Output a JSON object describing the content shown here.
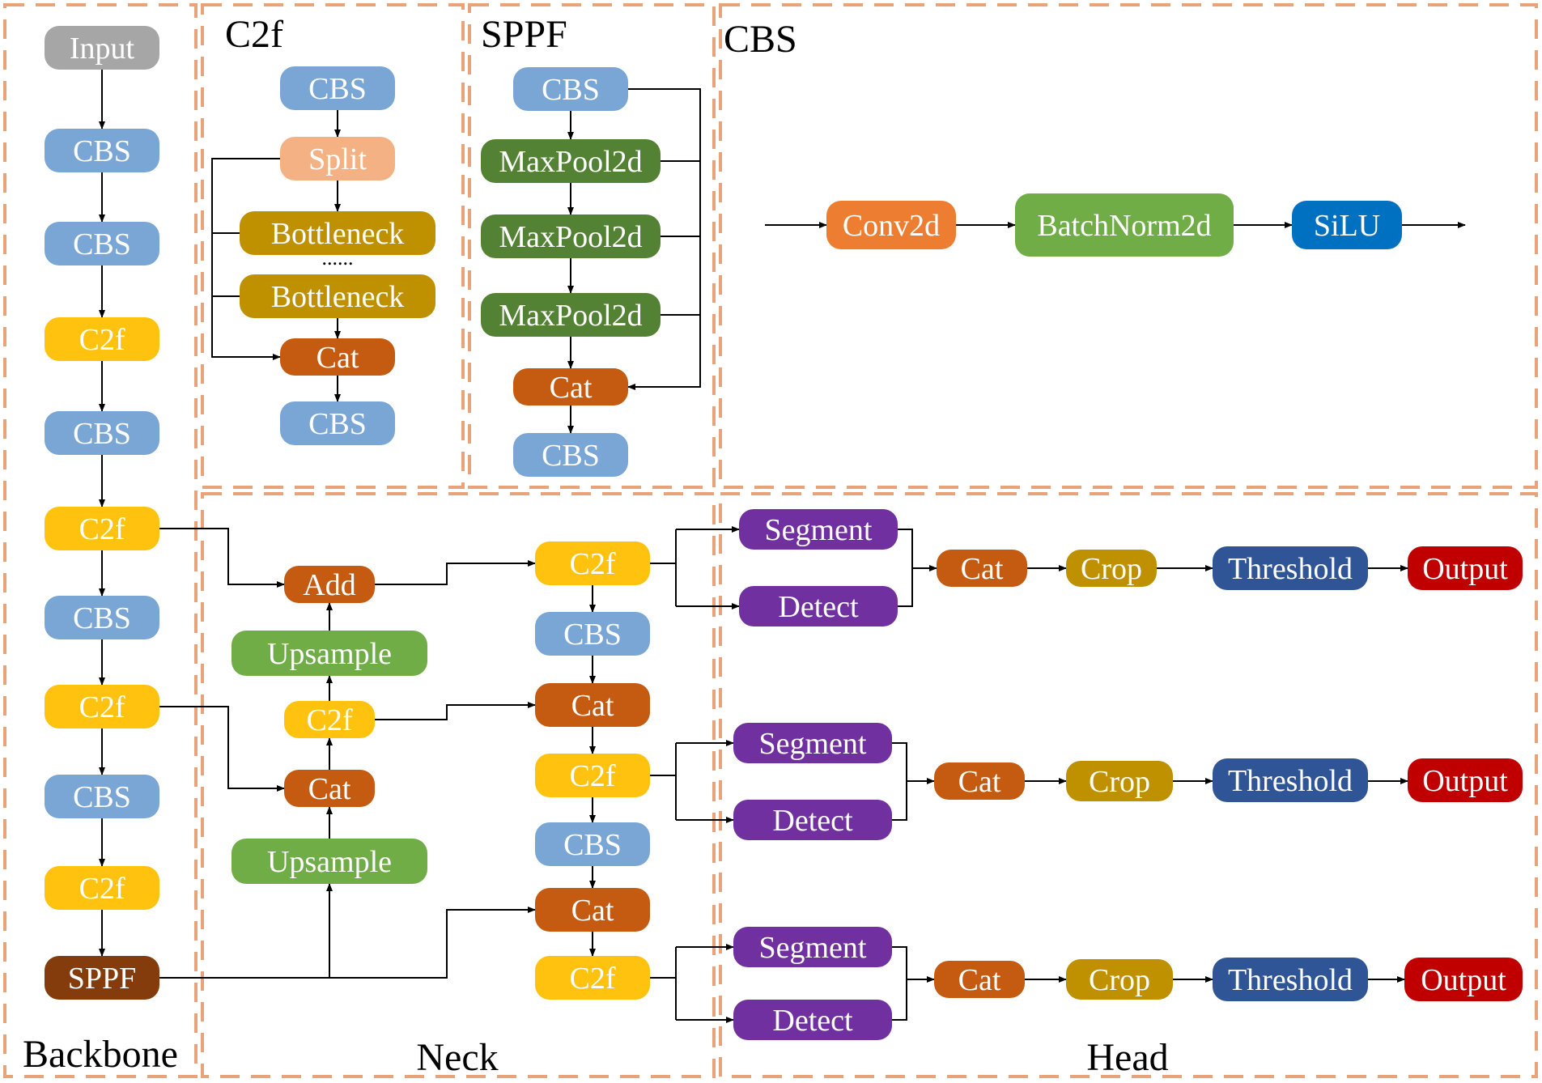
{
  "colors": {
    "frame": "#e8a478",
    "CBS": "#7aa6d6",
    "C2f": "#ffc20e",
    "Input": "#a6a6a6",
    "SPPF": "#843c0c",
    "Split": "#f4b183",
    "Bottleneck": "#bf9000",
    "Cat": "#c55a11",
    "MaxPool2d": "#548235",
    "Upsample": "#70ad47",
    "Add": "#c55a11",
    "Conv2d": "#ed7d31",
    "BatchNorm2d": "#70ad47",
    "SiLU": "#0070c0",
    "Segment": "#7030a0",
    "Detect": "#7030a0",
    "Crop": "#bf9000",
    "Threshold": "#2f5597",
    "Output": "#c00000"
  },
  "sections": {
    "backbone": "Backbone",
    "neck": "Neck",
    "head": "Head",
    "c2f": "C2f",
    "sppf": "SPPF",
    "cbs": "CBS"
  },
  "dots": "......",
  "nodes": [
    {
      "id": "bb-input",
      "label": "Input",
      "kind": "Input"
    },
    {
      "id": "bb-cbs-1",
      "label": "CBS",
      "kind": "CBS"
    },
    {
      "id": "bb-cbs-2",
      "label": "CBS",
      "kind": "CBS"
    },
    {
      "id": "bb-c2f-1",
      "label": "C2f",
      "kind": "C2f"
    },
    {
      "id": "bb-cbs-3",
      "label": "CBS",
      "kind": "CBS"
    },
    {
      "id": "bb-c2f-2",
      "label": "C2f",
      "kind": "C2f"
    },
    {
      "id": "bb-cbs-4",
      "label": "CBS",
      "kind": "CBS"
    },
    {
      "id": "bb-c2f-3",
      "label": "C2f",
      "kind": "C2f"
    },
    {
      "id": "bb-cbs-5",
      "label": "CBS",
      "kind": "CBS"
    },
    {
      "id": "bb-c2f-4",
      "label": "C2f",
      "kind": "C2f"
    },
    {
      "id": "bb-sppf",
      "label": "SPPF",
      "kind": "SPPF"
    },
    {
      "id": "c2f-cbs-in",
      "label": "CBS",
      "kind": "CBS"
    },
    {
      "id": "c2f-split",
      "label": "Split",
      "kind": "Split"
    },
    {
      "id": "c2f-bottleneck-1",
      "label": "Bottleneck",
      "kind": "Bottleneck"
    },
    {
      "id": "c2f-bottleneck-2",
      "label": "Bottleneck",
      "kind": "Bottleneck"
    },
    {
      "id": "c2f-cat",
      "label": "Cat",
      "kind": "Cat"
    },
    {
      "id": "c2f-cbs-out",
      "label": "CBS",
      "kind": "CBS"
    },
    {
      "id": "sppf-cbs-in",
      "label": "CBS",
      "kind": "CBS"
    },
    {
      "id": "sppf-maxpool-1",
      "label": "MaxPool2d",
      "kind": "MaxPool2d"
    },
    {
      "id": "sppf-maxpool-2",
      "label": "MaxPool2d",
      "kind": "MaxPool2d"
    },
    {
      "id": "sppf-maxpool-3",
      "label": "MaxPool2d",
      "kind": "MaxPool2d"
    },
    {
      "id": "sppf-cat",
      "label": "Cat",
      "kind": "Cat"
    },
    {
      "id": "sppf-cbs-out",
      "label": "CBS",
      "kind": "CBS"
    },
    {
      "id": "cbs-conv2d",
      "label": "Conv2d",
      "kind": "Conv2d"
    },
    {
      "id": "cbs-batchnorm2d",
      "label": "BatchNorm2d",
      "kind": "BatchNorm2d"
    },
    {
      "id": "cbs-silu",
      "label": "SiLU",
      "kind": "SiLU"
    },
    {
      "id": "neck-add",
      "label": "Add",
      "kind": "Add"
    },
    {
      "id": "neck-upsample-1",
      "label": "Upsample",
      "kind": "Upsample"
    },
    {
      "id": "neck-c2f-mid",
      "label": "C2f",
      "kind": "C2f"
    },
    {
      "id": "neck-cat-mid",
      "label": "Cat",
      "kind": "Cat"
    },
    {
      "id": "neck-upsample-2",
      "label": "Upsample",
      "kind": "Upsample"
    },
    {
      "id": "neck-c2f-1",
      "label": "C2f",
      "kind": "C2f"
    },
    {
      "id": "neck-cbs-1",
      "label": "CBS",
      "kind": "CBS"
    },
    {
      "id": "neck-cat-1",
      "label": "Cat",
      "kind": "Cat"
    },
    {
      "id": "neck-c2f-2",
      "label": "C2f",
      "kind": "C2f"
    },
    {
      "id": "neck-cbs-2",
      "label": "CBS",
      "kind": "CBS"
    },
    {
      "id": "neck-cat-2",
      "label": "Cat",
      "kind": "Cat"
    },
    {
      "id": "neck-c2f-3",
      "label": "C2f",
      "kind": "C2f"
    },
    {
      "id": "head1-segment",
      "label": "Segment",
      "kind": "Segment"
    },
    {
      "id": "head1-detect",
      "label": "Detect",
      "kind": "Detect"
    },
    {
      "id": "head1-cat",
      "label": "Cat",
      "kind": "Cat"
    },
    {
      "id": "head1-crop",
      "label": "Crop",
      "kind": "Crop"
    },
    {
      "id": "head1-threshold",
      "label": "Threshold",
      "kind": "Threshold"
    },
    {
      "id": "head1-output",
      "label": "Output",
      "kind": "Output"
    },
    {
      "id": "head2-segment",
      "label": "Segment",
      "kind": "Segment"
    },
    {
      "id": "head2-detect",
      "label": "Detect",
      "kind": "Detect"
    },
    {
      "id": "head2-cat",
      "label": "Cat",
      "kind": "Cat"
    },
    {
      "id": "head2-crop",
      "label": "Crop",
      "kind": "Crop"
    },
    {
      "id": "head2-threshold",
      "label": "Threshold",
      "kind": "Threshold"
    },
    {
      "id": "head2-output",
      "label": "Output",
      "kind": "Output"
    },
    {
      "id": "head3-segment",
      "label": "Segment",
      "kind": "Segment"
    },
    {
      "id": "head3-detect",
      "label": "Detect",
      "kind": "Detect"
    },
    {
      "id": "head3-cat",
      "label": "Cat",
      "kind": "Cat"
    },
    {
      "id": "head3-crop",
      "label": "Crop",
      "kind": "Crop"
    },
    {
      "id": "head3-threshold",
      "label": "Threshold",
      "kind": "Threshold"
    },
    {
      "id": "head3-output",
      "label": "Output",
      "kind": "Output"
    }
  ]
}
